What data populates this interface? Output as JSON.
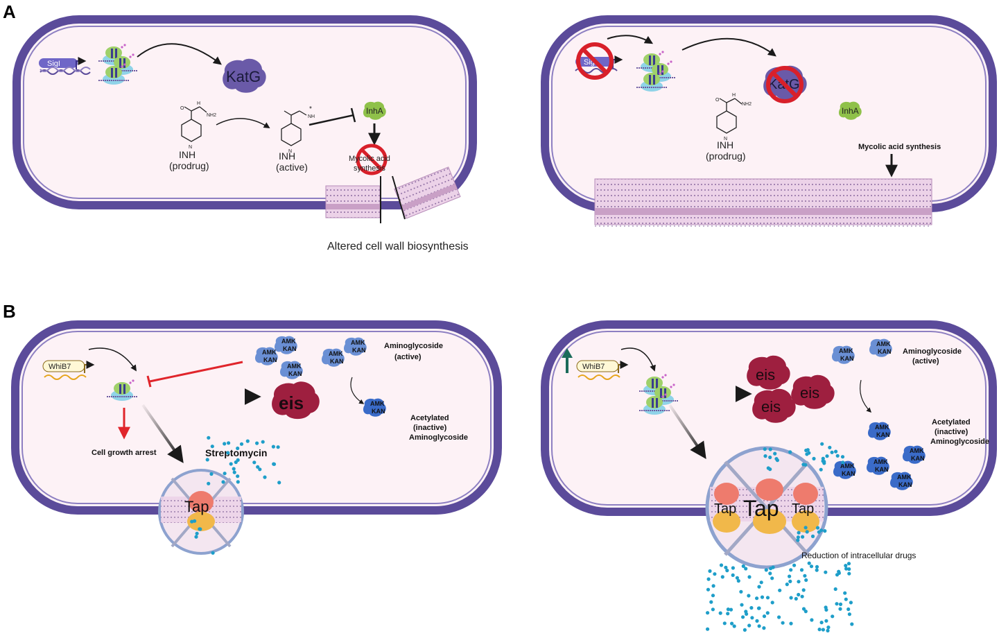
{
  "colors": {
    "cell_border": "#5b4b9a",
    "cell_fill": "#fdf2f6",
    "katg": "#6a5aa8",
    "inha": "#8fc14a",
    "eis": "#9e1f3f",
    "drug_dot": "#1e9ec9",
    "inhibit_red": "#e0252b",
    "tap_top": "#ee7b6d",
    "tap_bottom": "#f1b84a",
    "wall": "#e7cbe3",
    "whib7_arrow": "#1b6b5a"
  },
  "panelA": {
    "letter": "A",
    "left": {
      "sigl": "SigI",
      "katg": "KatG",
      "inh_prodrug_name": "INH",
      "inh_prodrug_state": "(prodrug)",
      "inh_active_name": "INH",
      "inh_active_state": "(active)",
      "inha": "InhA",
      "mycolic_line1": "Mycolic acid",
      "mycolic_line2": "synthesis",
      "altered": "Altered cell wall biosynthesis",
      "nh2_label": "NH2",
      "nh_label": "NH",
      "n_label": "N",
      "h_label": "H",
      "o_label": "O"
    },
    "right": {
      "sigl": "SigI",
      "katg": "KatG",
      "inh_name": "INH",
      "inh_state": "(prodrug)",
      "inha": "InhA",
      "mycolic": "Mycolic acid synthesis",
      "nh2_label": "NH2",
      "n_label": "N",
      "h_label": "H",
      "o_label": "O"
    }
  },
  "panelB": {
    "letter": "B",
    "left": {
      "whib7": "WhiB7",
      "amk": "AMK",
      "kan": "KAN",
      "amino_active_1": "Aminoglycoside",
      "amino_active_2": "(active)",
      "eis": "eis",
      "acet_1": "Acetylated",
      "acet_2": "(inactive)",
      "acet_3": "Aminoglycoside",
      "growth": "Cell growth arrest",
      "strepto": "Streptomycin",
      "tap": "Tap"
    },
    "right": {
      "whib7": "WhiB7",
      "amk": "AMK",
      "kan": "KAN",
      "amino_active_1": "Aminoglycoside",
      "amino_active_2": "(active)",
      "eis": "eis",
      "acet_1": "Acetylated",
      "acet_2": "(inactive)",
      "acet_3": "Aminoglycoside",
      "tap": "Tap",
      "reduction": "Reduction of intracellular drugs"
    }
  }
}
